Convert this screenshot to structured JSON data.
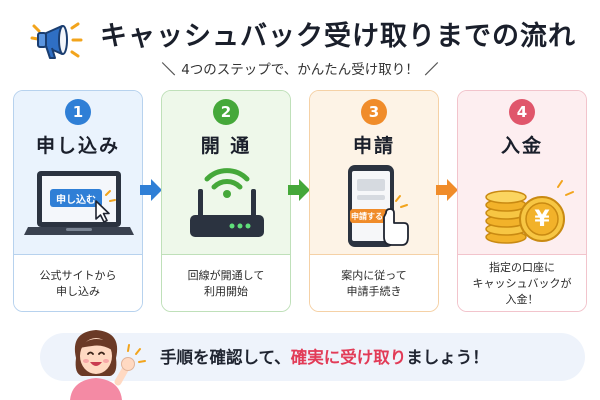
{
  "header": {
    "title": "キャッシュバック受け取りまでの流れ",
    "subtitle": "4つのステップで、かんたん受け取り！",
    "slash_left": "＼",
    "slash_right": "／"
  },
  "steps": [
    {
      "number": "1",
      "title": "申し込み",
      "description": "公式サイトから\n申し込み",
      "screen_button": "申し込む",
      "icon": "laptop-icon"
    },
    {
      "number": "2",
      "title": "開 通",
      "description": "回線が開通して\n利用開始",
      "icon": "wifi-router-icon"
    },
    {
      "number": "3",
      "title": "申請",
      "description": "案内に従って\n申請手続き",
      "screen_button": "申請する",
      "icon": "smartphone-icon"
    },
    {
      "number": "4",
      "title": "入金",
      "description": "指定の口座に\nキャッシュバックが\n入金！",
      "coin_symbol": "¥",
      "icon": "yen-coins-icon"
    }
  ],
  "banner": {
    "text_before": "手順を確認して、",
    "text_highlight": "確実に受け取り",
    "text_after": "ましょう！"
  },
  "colors": {
    "step1": "#2f7fd6",
    "step2": "#45a83a",
    "step3": "#f08c2a",
    "step4": "#e0566b",
    "highlight": "#e23b57"
  }
}
